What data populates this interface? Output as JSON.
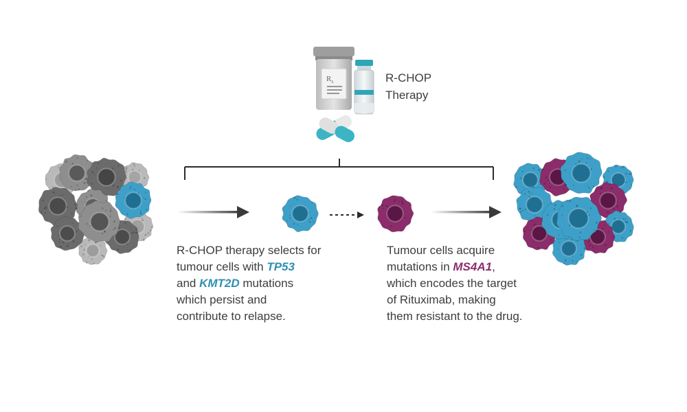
{
  "therapy": {
    "label_line1": "R-CHOP",
    "label_line2": "Therapy",
    "rx_symbol": "Rx"
  },
  "captions": {
    "left": {
      "line1": "R-CHOP therapy selects for",
      "line2_pre": "tumour cells with ",
      "gene1": "TP53",
      "line3_pre": "and ",
      "gene2": "KMT2D",
      "line3_post": " mutations",
      "line4": "which persist and",
      "line5": "contribute to relapse."
    },
    "right": {
      "line1": "Tumour cells acquire",
      "line2_pre": "mutations in ",
      "gene": "MS4A1",
      "line2_post": ",",
      "line3": "which encodes the target",
      "line4": "of Rituximab, making",
      "line5": "them resistant to the drug."
    }
  },
  "colors": {
    "text": "#3d3d3d",
    "blue_gene": "#2f8fb0",
    "purple_gene": "#8b2d6a",
    "cell_blue": "#3ea0c8",
    "cell_blue_nucleus": "#1f6f93",
    "cell_purple": "#8b2d6a",
    "cell_purple_nucleus": "#5a1645",
    "cell_grey_dark": "#6b6b6b",
    "cell_grey_mid": "#8e8e8e",
    "cell_grey_light": "#b9b9b9",
    "arrow": "#3a3a3a"
  },
  "icons": {
    "pill_bottle": "pill-bottle-icon",
    "vial": "vial-icon",
    "capsules": "capsule-icon"
  }
}
